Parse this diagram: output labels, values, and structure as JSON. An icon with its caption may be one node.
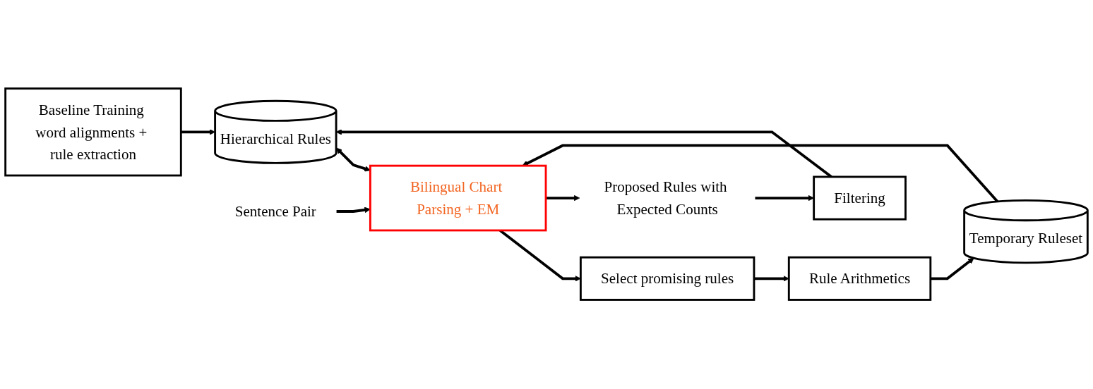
{
  "diagram": {
    "nodes": [
      {
        "text": [
          "Baseline Training word alignments + rule extraction"
        ]
      },
      {
        "text": [
          "Hierarchical Rules"
        ]
      },
      {
        "text": [
          "Sentence Pair"
        ]
      },
      {
        "text": [
          "Bilingual Chart Parsing + EM"
        ]
      },
      {
        "text": [
          "Select promising rules"
        ]
      },
      {
        "text": [
          "Rule Arithmetics"
        ]
      },
      {
        "text": [
          "Filtering"
        ]
      },
      {
        "text": [
          "Proposed Rules with Expected Counts"
        ]
      },
      {
        "text": [
          "Temporary Ruleset"
        ]
      }
    ],
    "edges": [
      {
        "from": 0,
        "to": 1,
        "arrow": "to"
      },
      {
        "from": 1,
        "to": 3,
        "arrow": "both"
      },
      {
        "from": 2,
        "to": 3,
        "arrow": "to"
      },
      {
        "from": 3,
        "to": 4,
        "arrow": "to"
      },
      {
        "from": 4,
        "to": 5,
        "arrow": "to"
      },
      {
        "from": 5,
        "to": 8,
        "arrow": "to"
      },
      {
        "from": 8,
        "to": 3,
        "arrow": "to"
      },
      {
        "from": 3,
        "to": 7,
        "arrow": "to"
      },
      {
        "from": 7,
        "to": 6,
        "arrow": "to"
      },
      {
        "from": 6,
        "to": 1,
        "arrow": "to"
      }
    ]
  }
}
